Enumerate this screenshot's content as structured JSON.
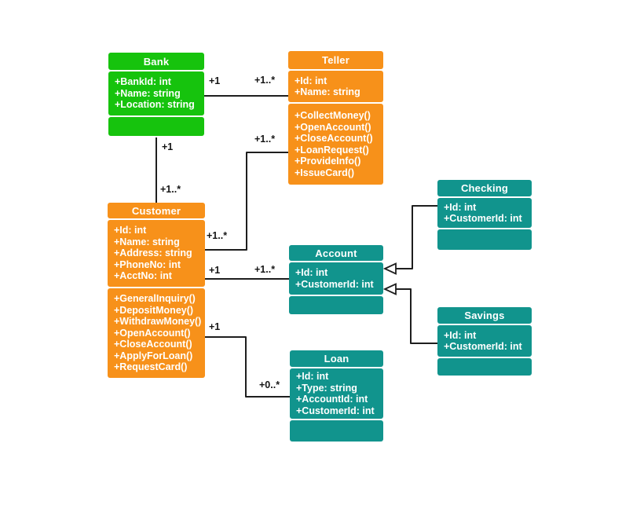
{
  "diagram": {
    "kind": "uml-class-diagram",
    "colors": {
      "green": "#16C30D",
      "orange": "#F7911A",
      "teal": "#11948D",
      "line": "#1E1E1E",
      "label": "#141414",
      "text": "#FFFFFF"
    },
    "classes": [
      {
        "name": "Bank",
        "color": "green",
        "attributes": [
          "+BankId: int",
          "+Name: string",
          "+Location: string"
        ],
        "methods": []
      },
      {
        "name": "Teller",
        "color": "orange",
        "attributes": [
          "+Id: int",
          "+Name: string"
        ],
        "methods": [
          "+CollectMoney()",
          "+OpenAccount()",
          "+CloseAccount()",
          "+LoanRequest()",
          "+ProvideInfo()",
          "+IssueCard()"
        ]
      },
      {
        "name": "Customer",
        "color": "orange",
        "attributes": [
          "+Id: int",
          "+Name: string",
          "+Address: string",
          "+PhoneNo: int",
          "+AcctNo: int"
        ],
        "methods": [
          "+GeneralInquiry()",
          "+DepositMoney()",
          "+WithdrawMoney()",
          "+OpenAccount()",
          "+CloseAccount()",
          "+ApplyForLoan()",
          "+RequestCard()"
        ]
      },
      {
        "name": "Account",
        "color": "teal",
        "attributes": [
          "+Id: int",
          "+CustomerId: int"
        ],
        "methods": []
      },
      {
        "name": "Checking",
        "color": "teal",
        "attributes": [
          "+Id: int",
          "+CustomerId: int"
        ],
        "methods": []
      },
      {
        "name": "Savings",
        "color": "teal",
        "attributes": [
          "+Id: int",
          "+CustomerId: int"
        ],
        "methods": []
      },
      {
        "name": "Loan",
        "color": "teal",
        "attributes": [
          "+Id: int",
          "+Type: string",
          "+AccountId: int",
          "+CustomerId: int"
        ],
        "methods": []
      }
    ],
    "relationships": [
      {
        "from": "Bank",
        "to": "Teller",
        "type": "association",
        "labels": [
          "+1",
          "+1..*"
        ]
      },
      {
        "from": "Bank",
        "to": "Customer",
        "type": "association",
        "labels": [
          "+1",
          "+1..*"
        ]
      },
      {
        "from": "Customer",
        "to": "Teller",
        "type": "association",
        "labels": [
          "+1..*",
          "+1..*"
        ]
      },
      {
        "from": "Customer",
        "to": "Account",
        "type": "association",
        "labels": [
          "+1",
          "+1..*"
        ]
      },
      {
        "from": "Customer",
        "to": "Loan",
        "type": "association",
        "labels": [
          "+1",
          "+0..*"
        ]
      },
      {
        "from": "Checking",
        "to": "Account",
        "type": "generalization",
        "arrowhead": "hollow-triangle",
        "labels": []
      },
      {
        "from": "Savings",
        "to": "Account",
        "type": "generalization",
        "arrowhead": "hollow-triangle",
        "labels": []
      }
    ]
  }
}
